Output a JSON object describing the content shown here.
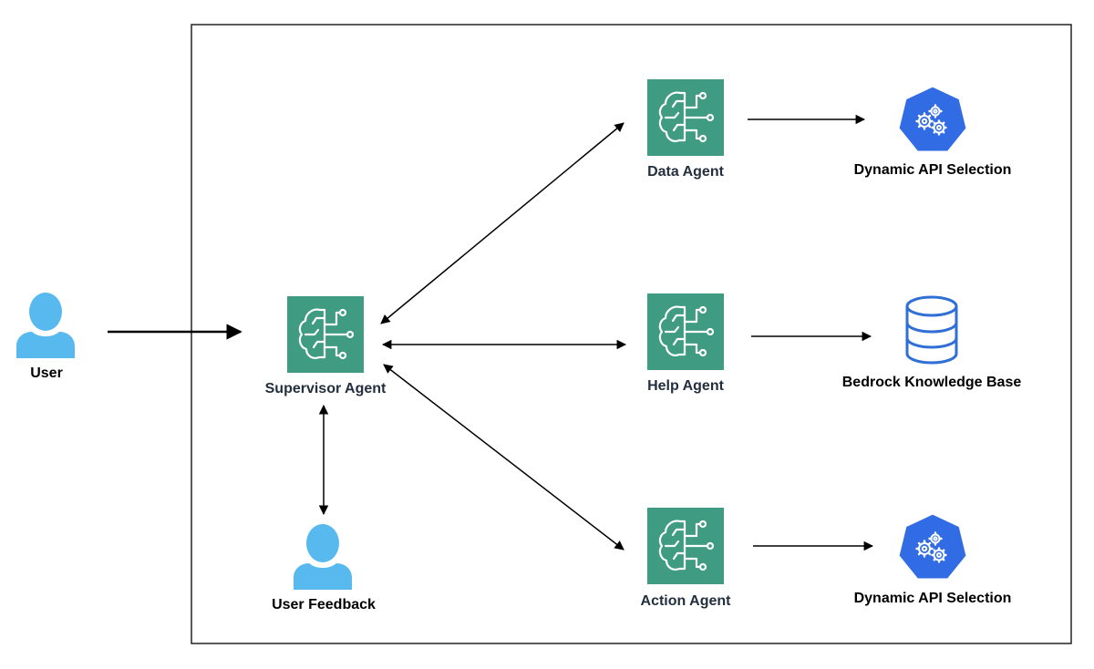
{
  "colors": {
    "agent_tile": "#3f9c82",
    "agent_line": "#ffffff",
    "user_icon": "#58b9ee",
    "k8s_blue": "#326ce5",
    "database_blue": "#2f6fd6",
    "arrow": "#000000",
    "frame": "#232323",
    "agent_label": "#232f3e"
  },
  "nodes": {
    "user": {
      "label": "User",
      "icon": "user-icon"
    },
    "supervisor": {
      "label": "Supervisor Agent",
      "icon": "bedrock-brain-icon"
    },
    "user_feedback": {
      "label": "User Feedback",
      "icon": "user-icon"
    },
    "data_agent": {
      "label": "Data Agent",
      "icon": "bedrock-brain-icon"
    },
    "help_agent": {
      "label": "Help Agent",
      "icon": "bedrock-brain-icon"
    },
    "action_agent": {
      "label": "Action Agent",
      "icon": "bedrock-brain-icon"
    },
    "api_selection_top": {
      "label": "Dynamic API Selection",
      "icon": "kubernetes-gears-icon"
    },
    "knowledge_base": {
      "label": "Bedrock Knowledge Base",
      "icon": "database-icon"
    },
    "api_selection_bottom": {
      "label": "Dynamic API Selection",
      "icon": "kubernetes-gears-icon"
    }
  },
  "edges": [
    {
      "from": "user",
      "to": "supervisor",
      "direction": "forward"
    },
    {
      "from": "supervisor",
      "to": "data_agent",
      "direction": "bidirectional"
    },
    {
      "from": "supervisor",
      "to": "help_agent",
      "direction": "bidirectional"
    },
    {
      "from": "supervisor",
      "to": "action_agent",
      "direction": "bidirectional"
    },
    {
      "from": "supervisor",
      "to": "user_feedback",
      "direction": "bidirectional"
    },
    {
      "from": "data_agent",
      "to": "api_selection_top",
      "direction": "forward"
    },
    {
      "from": "help_agent",
      "to": "knowledge_base",
      "direction": "forward"
    },
    {
      "from": "action_agent",
      "to": "api_selection_bottom",
      "direction": "forward"
    }
  ]
}
